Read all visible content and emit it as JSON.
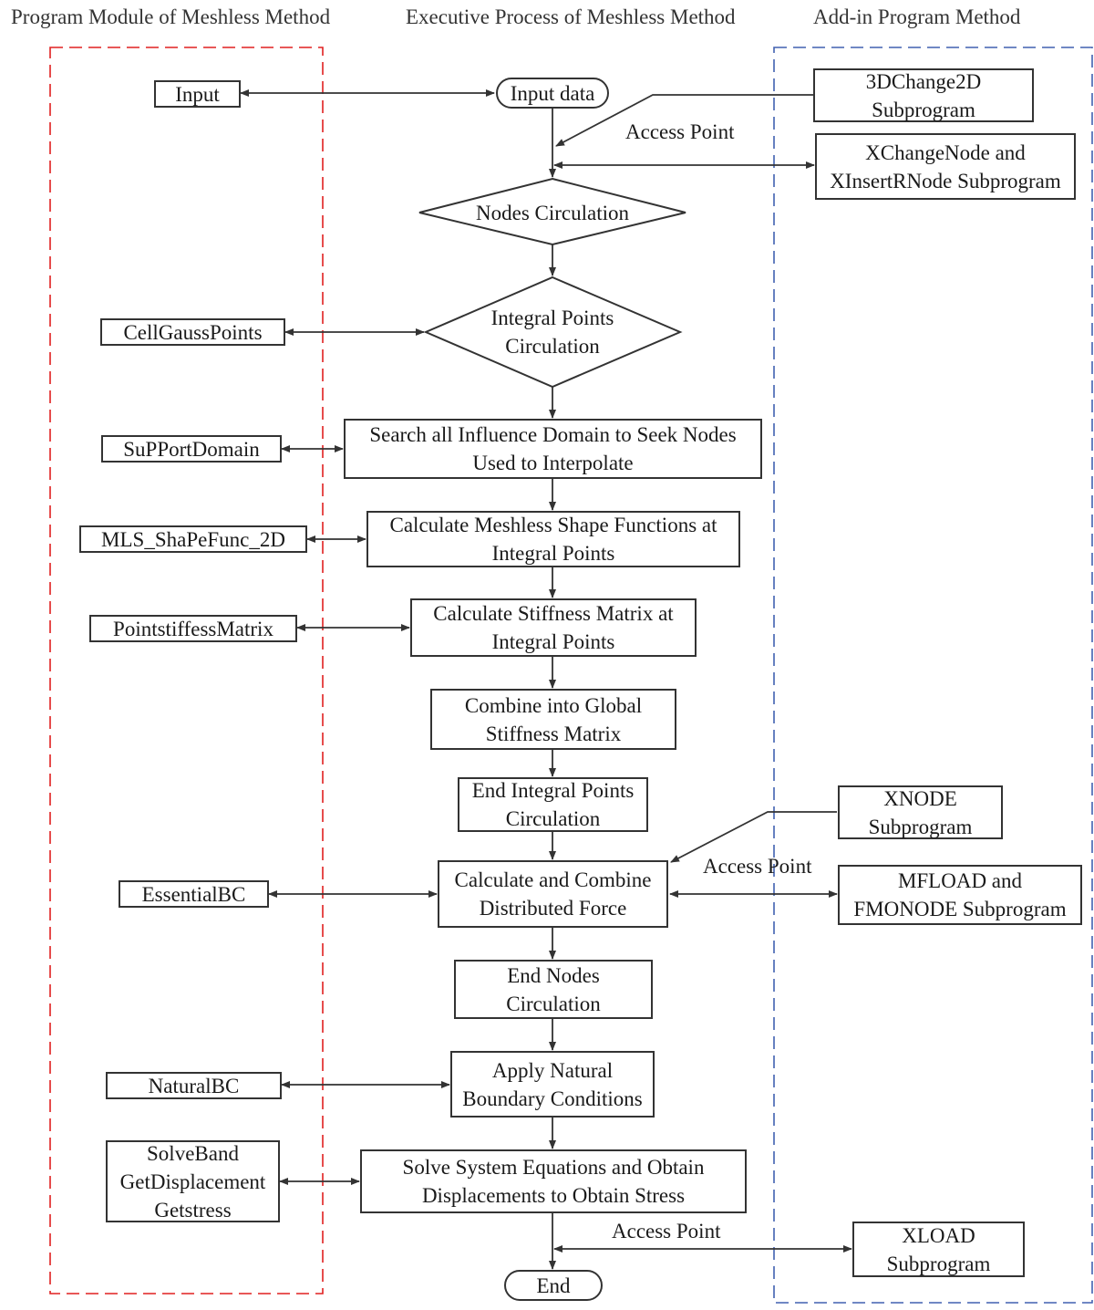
{
  "headers": {
    "left": "Program Module of Meshless Method",
    "center": "Executive Process of Meshless Method",
    "right": "Add-in Program Method"
  },
  "flow": {
    "start": "Input data",
    "nodes_loop": "Nodes Circulation",
    "integral_loop": "Integral Points\nCirculation",
    "search": "Search all Influence Domain to Seek Nodes\nUsed to Interpolate",
    "shape": "Calculate Meshless Shape Functions at\nIntegral Points",
    "stiffness": "Calculate Stiffness Matrix at\nIntegral Points",
    "combine": "Combine into Global\nStiffness Matrix",
    "end_integral": "End Integral Points\nCirculation",
    "force": "Calculate and Combine\nDistributed Force",
    "end_nodes": "End Nodes\nCirculation",
    "natural": "Apply Natural\nBoundary Conditions",
    "solve": "Solve System Equations and Obtain\nDisplacements to Obtain Stress",
    "end": "End"
  },
  "modules": {
    "input": "Input",
    "cellgauss": "CellGaussPoints",
    "support": "SuPPortDomain",
    "mls": "MLS_ShaPeFunc_2D",
    "pointstiff": "PointstiffessMatrix",
    "essential": "EssentialBC",
    "natural": "NaturalBC",
    "solveband": "SolveBand\nGetDisplacement\nGetstress"
  },
  "addins": {
    "change2d": "3DChange2D\nSubprogram",
    "xchange": "XChangeNode and\nXInsertRNode Subprogram",
    "xnode": "XNODE\nSubprogram",
    "mfload": "MFLOAD and\nFMONODE Subprogram",
    "xload": "XLOAD\nSubprogram"
  },
  "access_points": {
    "first": "Access Point",
    "second": "Access Point",
    "third": "Access Point"
  },
  "colors": {
    "left_region_border": "#e02020",
    "right_region_border": "#4060b0",
    "line": "#333333"
  }
}
